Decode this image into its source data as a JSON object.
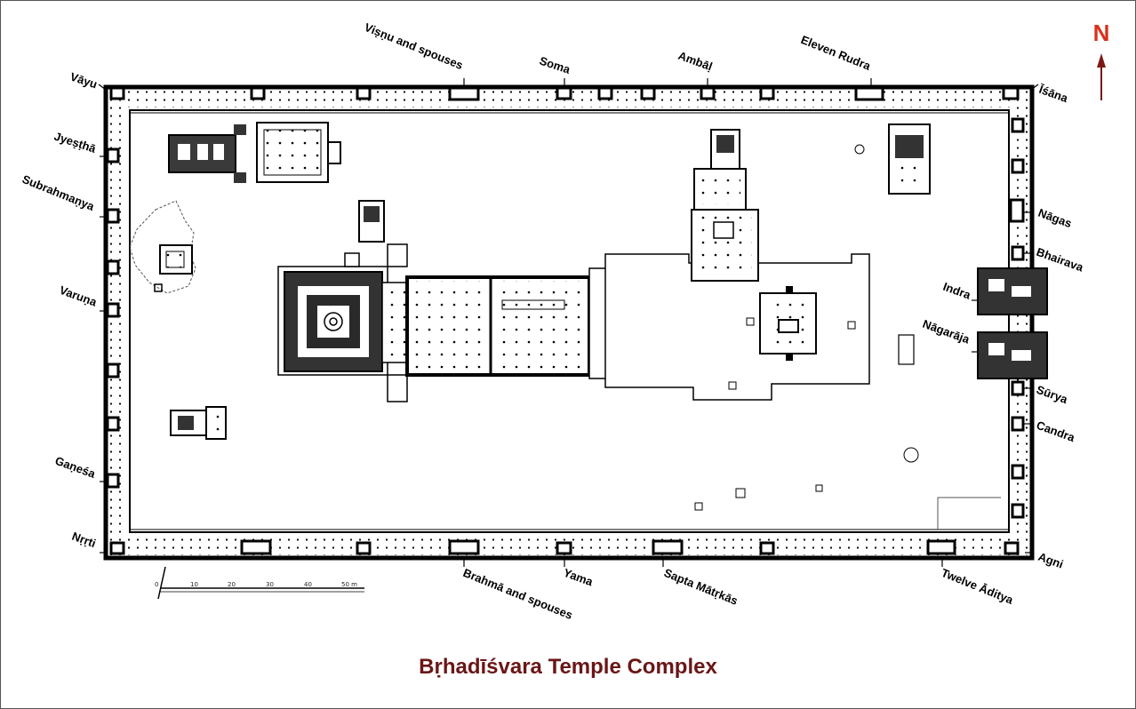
{
  "title": "Bṛhadīśvara Temple Complex",
  "north_label": "N",
  "colors": {
    "title": "#6b1616",
    "north": "#d8311b",
    "arrow": "#7a1a12",
    "ink": "#000000",
    "frame": "#555555"
  },
  "north_labels": {
    "vayu": "Vāyu",
    "vishnu": "Viṣṇu and spouses",
    "soma": "Soma",
    "ambal": "Ambāḷ",
    "eleven_rudra": "Eleven Rudra",
    "isana": "Īśāna"
  },
  "west_labels": {
    "jyestha": "Jyeṣṭhā",
    "subrahmanya": "Subrahmaṇya",
    "varuna": "Varuṇa",
    "ganesa": "Gaṇeśa",
    "nirrti": "Nṛṛti"
  },
  "east_labels": {
    "nagas": "Nāgas",
    "bhairava": "Bhairava",
    "indra": "Indra",
    "nagaraja": "Nāgarāja",
    "surya": "Sūrya",
    "candra": "Candra",
    "agni": "Agni"
  },
  "south_labels": {
    "brahma": "Brahmā and spouses",
    "yama": "Yama",
    "sapta_matrkas": "Sapta Mātṛkās",
    "twelve_aditya": "Twelve Āditya"
  },
  "scale_bar": {
    "ticks": [
      "0",
      "10",
      "20",
      "30",
      "40",
      "50 m"
    ]
  }
}
